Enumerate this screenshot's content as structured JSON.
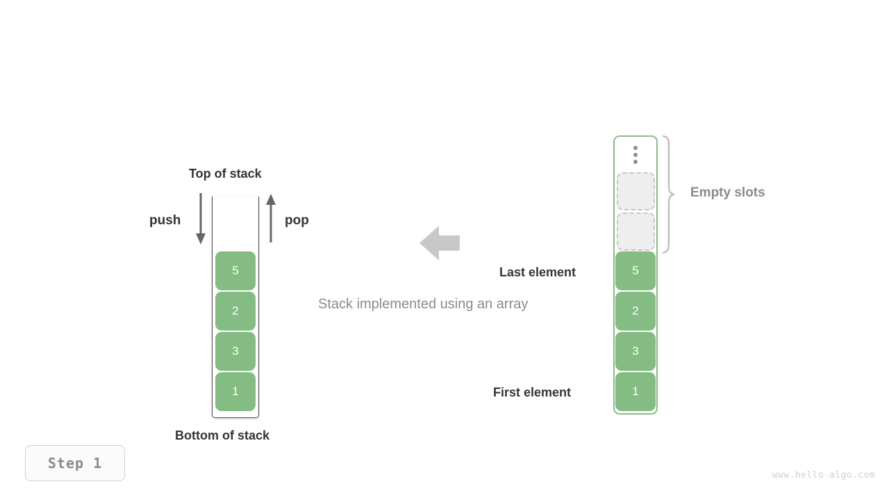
{
  "diagram": {
    "caption": "Stack implemented using an array",
    "step_badge": "Step 1",
    "watermark": "www.hello-algo.com",
    "accent_green": "#84bc84",
    "border_green": "#86bd86",
    "text_dark": "#333333",
    "text_gray": "#8a8a8a",
    "arrow_gray": "#c8c8c8",
    "empty_slot_fill": "#eeeeee",
    "empty_slot_border": "#c6c6c6"
  },
  "stack": {
    "top_label": "Top of stack",
    "bottom_label": "Bottom of stack",
    "push_label": "push",
    "pop_label": "pop",
    "elements": [
      {
        "value": "5"
      },
      {
        "value": "2"
      },
      {
        "value": "3"
      },
      {
        "value": "1"
      }
    ]
  },
  "array": {
    "empty_slots_label": "Empty slots",
    "last_element_label": "Last element",
    "first_element_label": "First element",
    "ellipsis_icon": "vertical-ellipsis-icon",
    "empty_slot_count": 2,
    "elements": [
      {
        "value": "5"
      },
      {
        "value": "2"
      },
      {
        "value": "3"
      },
      {
        "value": "1"
      }
    ]
  },
  "icons": {
    "push_arrow": "arrow-down-icon",
    "pop_arrow": "arrow-up-icon",
    "flow_arrow": "arrow-left-icon",
    "brace": "curly-brace-icon"
  }
}
